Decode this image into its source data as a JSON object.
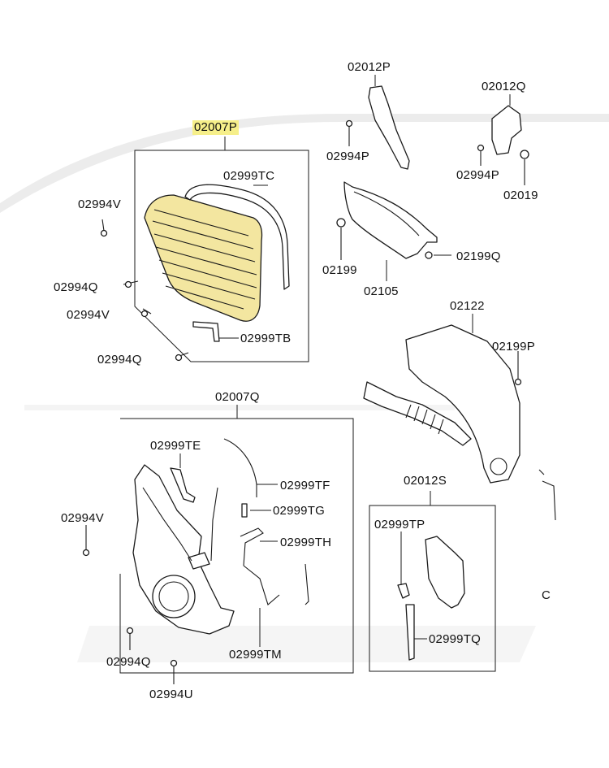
{
  "diagram": {
    "highlight_color": "#f3e6a0",
    "labels": [
      {
        "id": "l1",
        "text": "02007P",
        "highlight": true
      },
      {
        "id": "l2",
        "text": "02999TC"
      },
      {
        "id": "l3",
        "text": "02994V"
      },
      {
        "id": "l4",
        "text": "02994Q"
      },
      {
        "id": "l5",
        "text": "02994V"
      },
      {
        "id": "l6",
        "text": "02999TB"
      },
      {
        "id": "l7",
        "text": "02994Q"
      },
      {
        "id": "l8",
        "text": "02012P"
      },
      {
        "id": "l9",
        "text": "02994P"
      },
      {
        "id": "l10",
        "text": "02012Q"
      },
      {
        "id": "l11",
        "text": "02994P"
      },
      {
        "id": "l12",
        "text": "02019"
      },
      {
        "id": "l13",
        "text": "02199"
      },
      {
        "id": "l14",
        "text": "02199Q"
      },
      {
        "id": "l15",
        "text": "02105"
      },
      {
        "id": "l16",
        "text": "02122"
      },
      {
        "id": "l17",
        "text": "02199P"
      },
      {
        "id": "l18",
        "text": "02007Q"
      },
      {
        "id": "l19",
        "text": "02999TE"
      },
      {
        "id": "l20",
        "text": "02999TF"
      },
      {
        "id": "l21",
        "text": "02999TG"
      },
      {
        "id": "l22",
        "text": "02994V"
      },
      {
        "id": "l23",
        "text": "02999TH"
      },
      {
        "id": "l24",
        "text": "02012S"
      },
      {
        "id": "l25",
        "text": "02999TP"
      },
      {
        "id": "l26",
        "text": "C"
      },
      {
        "id": "l27",
        "text": "02999TQ"
      },
      {
        "id": "l28",
        "text": "02994Q"
      },
      {
        "id": "l29",
        "text": "02999TM"
      },
      {
        "id": "l30",
        "text": "02994U"
      }
    ]
  }
}
